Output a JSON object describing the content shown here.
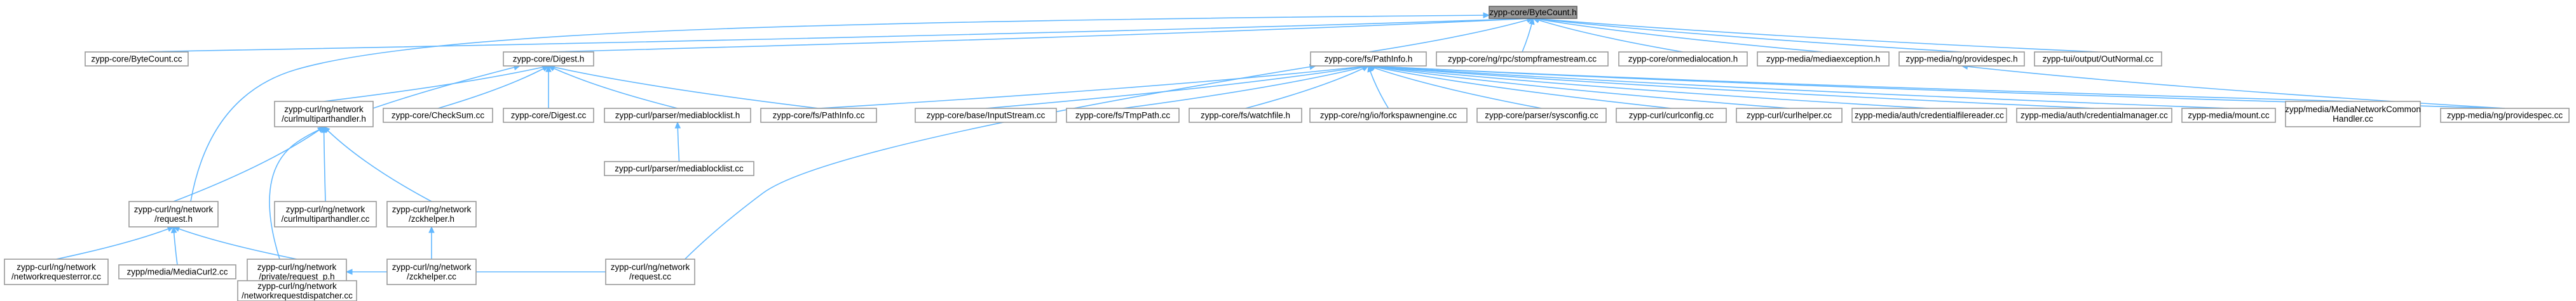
{
  "nodes": [
    {
      "id": "root",
      "lines": [
        "zypp-core/ByteCount.h"
      ],
      "root": true
    },
    {
      "id": "bytecount_cc",
      "lines": [
        "zypp-core/ByteCount.cc"
      ]
    },
    {
      "id": "digest_h",
      "lines": [
        "zypp-core/Digest.h"
      ]
    },
    {
      "id": "pathinfo_h",
      "lines": [
        "zypp-core/fs/PathInfo.h"
      ]
    },
    {
      "id": "stompframestream_cc",
      "lines": [
        "zypp-core/ng/rpc/stompframestream.cc"
      ]
    },
    {
      "id": "onmedialocation_h",
      "lines": [
        "zypp-core/onmedialocation.h"
      ]
    },
    {
      "id": "mediaexception_h",
      "lines": [
        "zypp-media/mediaexception.h"
      ]
    },
    {
      "id": "providespec_h",
      "lines": [
        "zypp-media/ng/providespec.h"
      ]
    },
    {
      "id": "outnormal_cc",
      "lines": [
        "zypp-tui/output/OutNormal.cc"
      ]
    },
    {
      "id": "multipart_h",
      "lines": [
        "zypp-curl/ng/network",
        "/curlmultiparthandler.h"
      ]
    },
    {
      "id": "checksum_cc",
      "lines": [
        "zypp-core/CheckSum.cc"
      ]
    },
    {
      "id": "digest_cc",
      "lines": [
        "zypp-core/Digest.cc"
      ]
    },
    {
      "id": "mediablocklist_h",
      "lines": [
        "zypp-curl/parser/mediablocklist.h"
      ]
    },
    {
      "id": "pathinfo_cc",
      "lines": [
        "zypp-core/fs/PathInfo.cc"
      ]
    },
    {
      "id": "inputstream_cc",
      "lines": [
        "zypp-core/base/InputStream.cc"
      ]
    },
    {
      "id": "tmppath_cc",
      "lines": [
        "zypp-core/fs/TmpPath.cc"
      ]
    },
    {
      "id": "watchfile_h",
      "lines": [
        "zypp-core/fs/watchfile.h"
      ]
    },
    {
      "id": "forkspawnengine_cc",
      "lines": [
        "zypp-core/ng/io/forkspawnengine.cc"
      ]
    },
    {
      "id": "sysconfig_cc",
      "lines": [
        "zypp-core/parser/sysconfig.cc"
      ]
    },
    {
      "id": "curlconfig_cc",
      "lines": [
        "zypp-curl/curlconfig.cc"
      ]
    },
    {
      "id": "curlhelper_cc",
      "lines": [
        "zypp-curl/curlhelper.cc"
      ]
    },
    {
      "id": "credfilereader_cc",
      "lines": [
        "zypp-media/auth/credentialfilereader.cc"
      ]
    },
    {
      "id": "credmanager_cc",
      "lines": [
        "zypp-media/auth/credentialmanager.cc"
      ]
    },
    {
      "id": "mount_cc",
      "lines": [
        "zypp-media/mount.cc"
      ]
    },
    {
      "id": "medianetwork_cc",
      "lines": [
        "zypp/media/MediaNetworkCommon",
        "Handler.cc"
      ]
    },
    {
      "id": "providespec_cc",
      "lines": [
        "zypp-media/ng/providespec.cc"
      ]
    },
    {
      "id": "request_h",
      "lines": [
        "zypp-curl/ng/network",
        "/request.h"
      ]
    },
    {
      "id": "multipart_cc",
      "lines": [
        "zypp-curl/ng/network",
        "/curlmultiparthandler.cc"
      ]
    },
    {
      "id": "zckhelper_h",
      "lines": [
        "zypp-curl/ng/network",
        "/zckhelper.h"
      ]
    },
    {
      "id": "mediablocklist_cc",
      "lines": [
        "zypp-curl/parser/mediablocklist.cc"
      ]
    },
    {
      "id": "networkrequesterror_cc",
      "lines": [
        "zypp-curl/ng/network",
        "/networkrequesterror.cc"
      ]
    },
    {
      "id": "mediacurl2_cc",
      "lines": [
        "zypp/media/MediaCurl2.cc"
      ]
    },
    {
      "id": "request_p_h",
      "lines": [
        "zypp-curl/ng/network",
        "/private/request_p.h"
      ]
    },
    {
      "id": "zckhelper_cc",
      "lines": [
        "zypp-curl/ng/network",
        "/zckhelper.cc"
      ]
    },
    {
      "id": "dispatcher_cc",
      "lines": [
        "zypp-curl/ng/network",
        "/networkrequestdispatcher.cc"
      ]
    },
    {
      "id": "request_cc",
      "lines": [
        "zypp-curl/ng/network",
        "/request.cc"
      ]
    }
  ],
  "edges": [
    {
      "from": "root",
      "to": "bytecount_cc"
    },
    {
      "from": "root",
      "to": "digest_h"
    },
    {
      "from": "root",
      "to": "pathinfo_h"
    },
    {
      "from": "root",
      "to": "stompframestream_cc"
    },
    {
      "from": "root",
      "to": "onmedialocation_h"
    },
    {
      "from": "root",
      "to": "mediaexception_h"
    },
    {
      "from": "root",
      "to": "providespec_h"
    },
    {
      "from": "root",
      "to": "outnormal_cc"
    },
    {
      "from": "root",
      "to": "request_h"
    },
    {
      "from": "digest_h",
      "to": "multipart_h"
    },
    {
      "from": "digest_h",
      "to": "checksum_cc"
    },
    {
      "from": "digest_h",
      "to": "digest_cc"
    },
    {
      "from": "digest_h",
      "to": "mediablocklist_h"
    },
    {
      "from": "digest_h",
      "to": "pathinfo_cc"
    },
    {
      "from": "digest_h",
      "to": "request_p_h"
    },
    {
      "from": "pathinfo_h",
      "to": "pathinfo_cc"
    },
    {
      "from": "pathinfo_h",
      "to": "inputstream_cc"
    },
    {
      "from": "pathinfo_h",
      "to": "tmppath_cc"
    },
    {
      "from": "pathinfo_h",
      "to": "watchfile_h"
    },
    {
      "from": "pathinfo_h",
      "to": "forkspawnengine_cc"
    },
    {
      "from": "pathinfo_h",
      "to": "sysconfig_cc"
    },
    {
      "from": "pathinfo_h",
      "to": "curlconfig_cc"
    },
    {
      "from": "pathinfo_h",
      "to": "curlhelper_cc"
    },
    {
      "from": "pathinfo_h",
      "to": "credfilereader_cc"
    },
    {
      "from": "pathinfo_h",
      "to": "credmanager_cc"
    },
    {
      "from": "pathinfo_h",
      "to": "mount_cc"
    },
    {
      "from": "pathinfo_h",
      "to": "medianetwork_cc"
    },
    {
      "from": "pathinfo_h",
      "to": "providespec_cc"
    },
    {
      "from": "pathinfo_h",
      "to": "request_cc"
    },
    {
      "from": "providespec_h",
      "to": "providespec_cc"
    },
    {
      "from": "multipart_h",
      "to": "request_h"
    },
    {
      "from": "multipart_h",
      "to": "multipart_cc"
    },
    {
      "from": "multipart_h",
      "to": "zckhelper_h"
    },
    {
      "from": "mediablocklist_h",
      "to": "mediablocklist_cc"
    },
    {
      "from": "request_h",
      "to": "networkrequesterror_cc"
    },
    {
      "from": "request_h",
      "to": "mediacurl2_cc"
    },
    {
      "from": "request_h",
      "to": "request_p_h"
    },
    {
      "from": "zckhelper_h",
      "to": "zckhelper_cc"
    },
    {
      "from": "request_p_h",
      "to": "dispatcher_cc"
    },
    {
      "from": "request_p_h",
      "to": "request_cc"
    }
  ]
}
